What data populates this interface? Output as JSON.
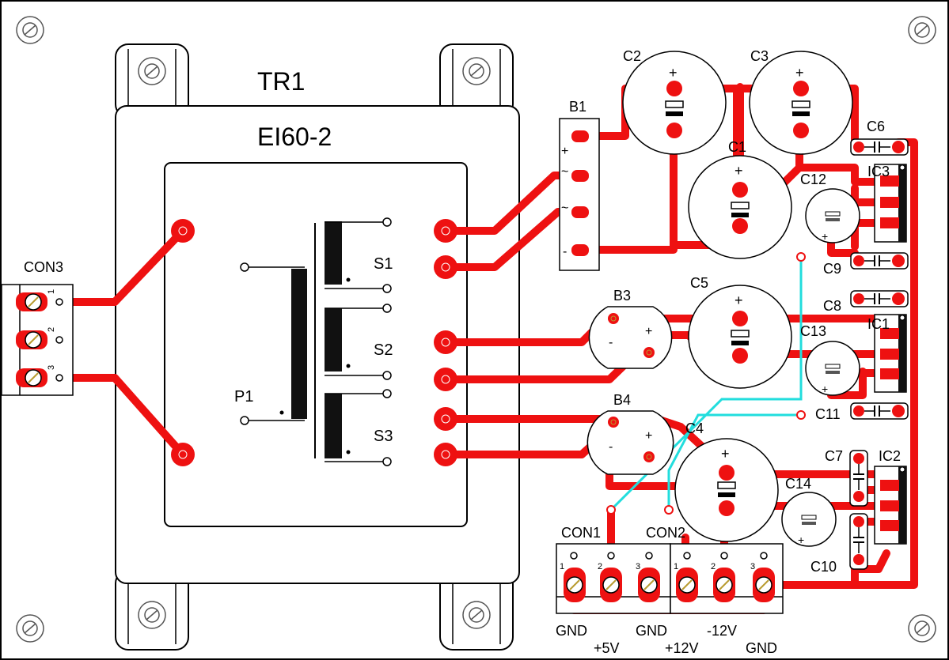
{
  "colors": {
    "trace": "#ee1111",
    "jumper": "#22dddd",
    "outline": "#000000",
    "body": "#ffffff"
  },
  "transformer": {
    "ref": "TR1",
    "type": "EI60-2",
    "primary": "P1",
    "secondaries": [
      "S1",
      "S2",
      "S3"
    ]
  },
  "mounting_hole_icon": "crossed-circle-icon",
  "bridges": [
    {
      "ref": "B1",
      "plus": "+",
      "ac1": "~",
      "ac2": "~",
      "minus": "-"
    },
    {
      "ref": "B3",
      "plus": "+",
      "ac1": "~",
      "ac2": "~",
      "minus": "-"
    },
    {
      "ref": "B4",
      "plus": "+",
      "ac1": "~",
      "ac2": "~",
      "minus": "-"
    }
  ],
  "electrolytics": [
    {
      "ref": "C1",
      "plus": "+"
    },
    {
      "ref": "C2",
      "plus": "+"
    },
    {
      "ref": "C3",
      "plus": "+"
    },
    {
      "ref": "C4",
      "plus": "+"
    },
    {
      "ref": "C5",
      "plus": "+"
    },
    {
      "ref": "C12",
      "plus": "+"
    },
    {
      "ref": "C13",
      "plus": "+"
    },
    {
      "ref": "C14",
      "plus": "+"
    }
  ],
  "ceramics": [
    "C6",
    "C7",
    "C8",
    "C9",
    "C10",
    "C11"
  ],
  "regulators": [
    "IC1",
    "IC2",
    "IC3"
  ],
  "connectors": {
    "con3": {
      "ref": "CON3",
      "pins": [
        "1",
        "2",
        "3"
      ]
    },
    "con1": {
      "ref": "CON1",
      "pins": [
        "1",
        "2",
        "3"
      ]
    },
    "con2": {
      "ref": "CON2",
      "pins": [
        "1",
        "2",
        "3"
      ]
    }
  },
  "output_labels": {
    "top": [
      "GND",
      "GND",
      "-12V"
    ],
    "bottom": [
      "+5V",
      "+12V",
      "GND"
    ]
  }
}
